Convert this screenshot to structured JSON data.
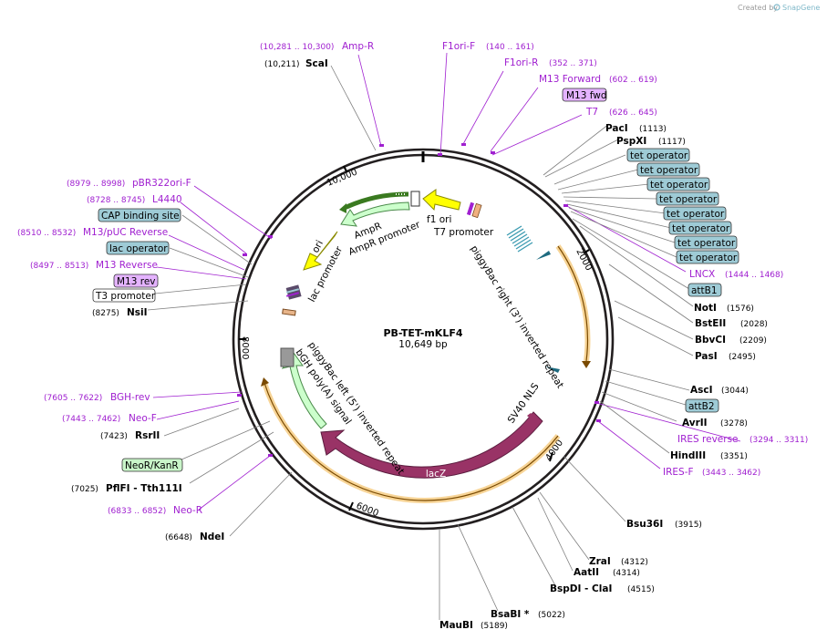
{
  "credit": {
    "text": "Created by",
    "brand": "SnapGene"
  },
  "plasmid": {
    "name": "PB-TET-mKLF4",
    "size_label": "10,649 bp",
    "length": 10649
  },
  "ticks": [
    "2000",
    "4000",
    "6000",
    "8000",
    "10,000"
  ],
  "primers": [
    {
      "name": "Amp-R",
      "range": "(10,281 .. 10,300)"
    },
    {
      "name": "F1ori-F",
      "range": "(140 .. 161)"
    },
    {
      "name": "F1ori-R",
      "range": "(352 .. 371)"
    },
    {
      "name": "M13 Forward",
      "range": "(602 .. 619)"
    },
    {
      "name": "T7",
      "range": "(626 .. 645)"
    },
    {
      "name": "pBR322ori-F",
      "range": "(8979 .. 8998)"
    },
    {
      "name": "L4440",
      "range": "(8728 .. 8745)"
    },
    {
      "name": "M13/pUC Reverse",
      "range": "(8510 .. 8532)"
    },
    {
      "name": "M13 Reverse",
      "range": "(8497 .. 8513)"
    },
    {
      "name": "LNCX",
      "range": "(1444 .. 1468)"
    },
    {
      "name": "IRES reverse",
      "range": "(3294 .. 3311)"
    },
    {
      "name": "IRES-F",
      "range": "(3443 .. 3462)"
    },
    {
      "name": "BGH-rev",
      "range": "(7605 .. 7622)"
    },
    {
      "name": "Neo-F",
      "range": "(7443 .. 7462)"
    },
    {
      "name": "Neo-R",
      "range": "(6833 .. 6852)"
    }
  ],
  "enzymes": [
    {
      "name": "ScaI",
      "pos": "(10,211)"
    },
    {
      "name": "PacI",
      "pos": "(1113)"
    },
    {
      "name": "PspXI",
      "pos": "(1117)"
    },
    {
      "name": "NotI",
      "pos": "(1576)"
    },
    {
      "name": "BstEII",
      "pos": "(2028)"
    },
    {
      "name": "BbvCI",
      "pos": "(2209)"
    },
    {
      "name": "PasI",
      "pos": "(2495)"
    },
    {
      "name": "AscI",
      "pos": "(3044)"
    },
    {
      "name": "AvrII",
      "pos": "(3278)"
    },
    {
      "name": "HindIII",
      "pos": "(3351)"
    },
    {
      "name": "Bsu36I",
      "pos": "(3915)"
    },
    {
      "name": "ZraI",
      "pos": "(4312)"
    },
    {
      "name": "AatII",
      "pos": "(4314)"
    },
    {
      "name": "BspDI - ClaI",
      "pos": "(4515)"
    },
    {
      "name": "BsaBI *",
      "pos": "(5022)"
    },
    {
      "name": "MauBI",
      "pos": "(5189)"
    },
    {
      "name": "NdeI",
      "pos": "(6648)"
    },
    {
      "name": "PflFI - Tth111I",
      "pos": "(7025)"
    },
    {
      "name": "RsrII",
      "pos": "(7423)"
    },
    {
      "name": "NsiI",
      "pos": "(8275)"
    }
  ],
  "boxed": [
    {
      "name": "M13 fwd",
      "color": "#e4b3ff"
    },
    {
      "name": "tet operator",
      "color": "#9ecbd6"
    },
    {
      "name": "attB1",
      "color": "#9ecbd6"
    },
    {
      "name": "attB2",
      "color": "#9ecbd6"
    },
    {
      "name": "CAP binding site",
      "color": "#9ecbd6"
    },
    {
      "name": "lac operator",
      "color": "#9ecbd6"
    },
    {
      "name": "M13 rev",
      "color": "#e4b3ff"
    },
    {
      "name": "T3 promoter",
      "color": "#ffffff"
    },
    {
      "name": "NeoR/KanR",
      "color": "#c9f5c9"
    }
  ],
  "features": [
    {
      "name": "AmpR",
      "color": "#ccffcc"
    },
    {
      "name": "AmpR promoter",
      "color": "#ffffff"
    },
    {
      "name": "f1 ori",
      "color": "#999999"
    },
    {
      "name": "T7 promoter",
      "color": "#ffffff"
    },
    {
      "name": "ori",
      "color": "#ffff00"
    },
    {
      "name": "lac promoter",
      "color": "#ffffff"
    },
    {
      "name": "piggyBac right (3') inverted repeat",
      "color": "#ffffff"
    },
    {
      "name": "piggyBac left (5') inverted repeat",
      "color": "#ffffff"
    },
    {
      "name": "bGH poly(A) signal",
      "color": "#ccffcc"
    },
    {
      "name": "SV40 NLS",
      "color": "#993366"
    },
    {
      "name": "lacZ",
      "color": "#993366"
    }
  ],
  "colors": {
    "primer": "#a020d0",
    "enzyme_line": "#7f7f7f",
    "backbone": "#231f20",
    "orange_arc": "#f0b040",
    "lacZ": "#993366",
    "ori": "#ffff00",
    "ampR": "#ccffcc"
  }
}
